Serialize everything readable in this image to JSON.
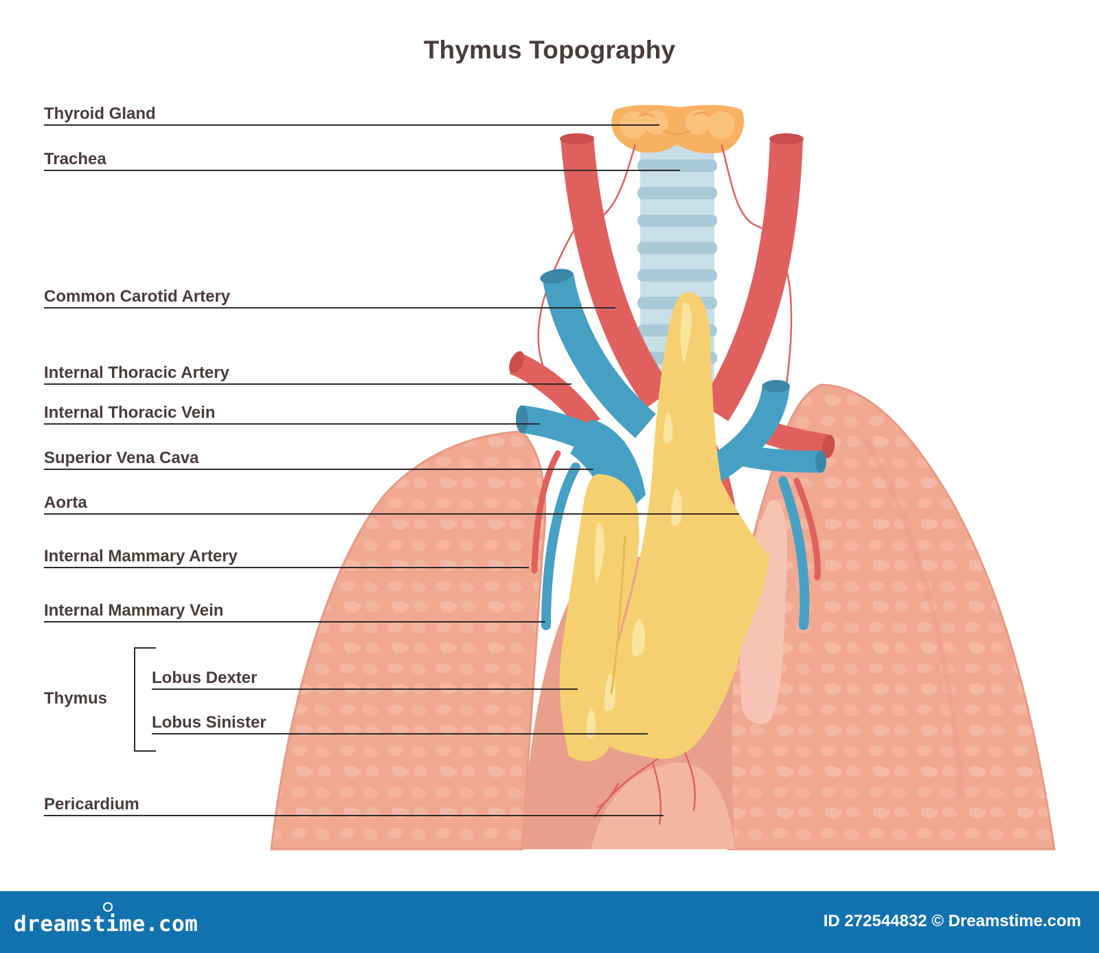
{
  "title": "Thymus Topography",
  "labels": {
    "thyroid_gland": "Thyroid Gland",
    "trachea": "Trachea",
    "common_carotid_artery": "Common Carotid Artery",
    "internal_thoracic_artery": "Internal Thoracic Artery",
    "internal_thoracic_vein": "Internal Thoracic Vein",
    "superior_vena_cava": "Superior Vena Cava",
    "aorta": "Aorta",
    "internal_mammary_artery": "Internal Mammary Artery",
    "internal_mammary_vein": "Internal Mammary Vein",
    "thymus": "Thymus",
    "lobus_dexter": "Lobus Dexter",
    "lobus_sinister": "Lobus Sinister",
    "pericardium": "Pericardium"
  },
  "footer": {
    "site": "dreamstime.com",
    "image_id": "ID 272544832 © Dreamstime.com"
  },
  "colors": {
    "lung": "#f0a891",
    "lung_dark": "#e8968a",
    "artery": "#e0605e",
    "vein": "#46a0c3",
    "thymus": "#f6d070",
    "thymus_light": "#fbe7a5",
    "trachea": "#c9dfe8",
    "thyroid": "#f8b061",
    "footer_bar": "#1172b0"
  }
}
